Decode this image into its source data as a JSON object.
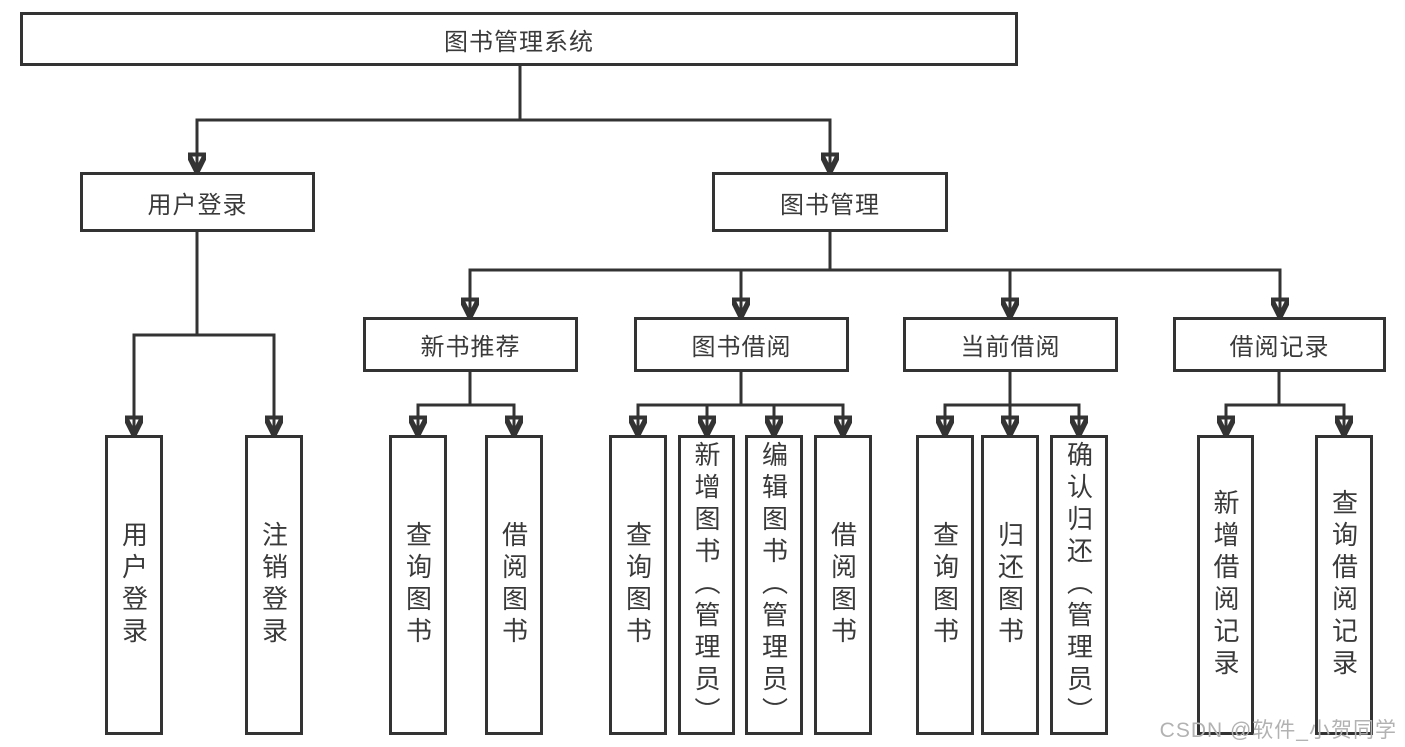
{
  "diagram": {
    "title": "图书管理系统",
    "branches": [
      {
        "label": "用户登录",
        "children": [
          {
            "label": "用户登录"
          },
          {
            "label": "注销登录"
          }
        ]
      },
      {
        "label": "图书管理",
        "children": [
          {
            "label": "新书推荐",
            "children": [
              {
                "label": "查询图书"
              },
              {
                "label": "借阅图书"
              }
            ]
          },
          {
            "label": "图书借阅",
            "children": [
              {
                "label": "查询图书"
              },
              {
                "label": "新增图书（管理员）"
              },
              {
                "label": "编辑图书（管理员）"
              },
              {
                "label": "借阅图书"
              }
            ]
          },
          {
            "label": "当前借阅",
            "children": [
              {
                "label": "查询图书"
              },
              {
                "label": "归还图书"
              },
              {
                "label": "确认归还（管理员）"
              }
            ]
          },
          {
            "label": "借阅记录",
            "children": [
              {
                "label": "新增借阅记录"
              },
              {
                "label": "查询借阅记录"
              }
            ]
          }
        ]
      }
    ]
  },
  "watermark": {
    "text": "CSDN @软件_小贺同学",
    "color": "#b2b2b2"
  },
  "style": {
    "line_color": "#333333",
    "box_background": "#ffffff",
    "text_color": "#3a3a3a"
  }
}
